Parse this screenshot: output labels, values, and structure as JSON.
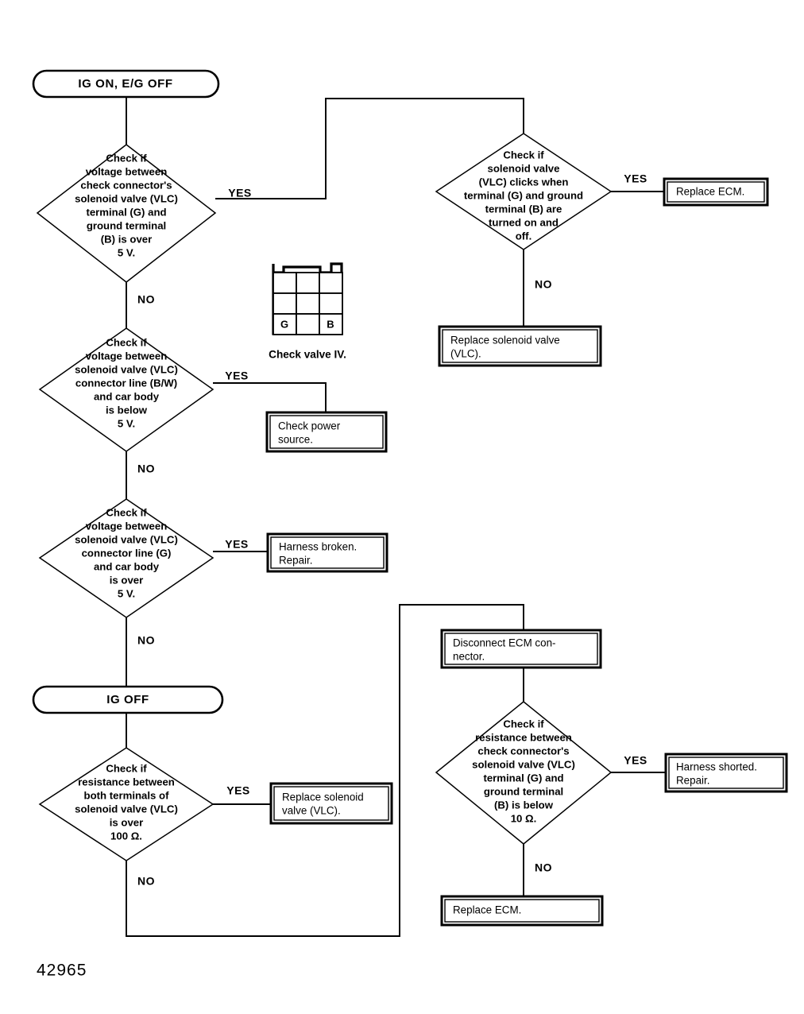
{
  "figure": {
    "number": "42965",
    "type": "troubleshooting-flowchart"
  },
  "nodes": {
    "start_ig_on": {
      "kind": "terminator",
      "label": "IG ON, E/G OFF"
    },
    "d1_voltage_check_connector": {
      "kind": "decision",
      "lines": [
        "Check if",
        "voltage between",
        "check connector's",
        "solenoid valve (VLC)",
        "terminal (G) and",
        "ground terminal",
        "(B) is over",
        "5 V."
      ],
      "yes_label": "YES",
      "no_label": "NO"
    },
    "d2_voltage_bw_line": {
      "kind": "decision",
      "lines": [
        "Check if",
        "voltage between",
        "solenoid valve (VLC)",
        "connector line (B/W)",
        "and car body",
        "is below",
        "5 V."
      ],
      "yes_label": "YES",
      "no_label": "NO"
    },
    "d3_voltage_g_line": {
      "kind": "decision",
      "lines": [
        "Check if",
        "voltage between",
        "solenoid valve (VLC)",
        "connector line (G)",
        "and car body",
        "is over",
        "5 V."
      ],
      "yes_label": "YES",
      "no_label": "NO"
    },
    "start_ig_off": {
      "kind": "terminator",
      "label": "IG OFF"
    },
    "d4_resistance_both_terminals": {
      "kind": "decision",
      "lines": [
        "Check if",
        "resistance between",
        "both terminals of",
        "solenoid valve (VLC)",
        "is over",
        "100 Ω."
      ],
      "yes_label": "YES",
      "no_label": "NO"
    },
    "d5_solenoid_clicks": {
      "kind": "decision",
      "lines": [
        "Check if",
        "solenoid valve",
        "(VLC) clicks when",
        "terminal (G) and ground",
        "terminal (B) are",
        "turned on and",
        "off."
      ],
      "yes_label": "YES",
      "no_label": "NO"
    },
    "d6_resistance_check_connector": {
      "kind": "decision",
      "lines": [
        "Check if",
        "resistance between",
        "check connector's",
        "solenoid valve (VLC)",
        "terminal (G) and",
        "ground terminal",
        "(B) is below",
        "10 Ω."
      ],
      "yes_label": "YES",
      "no_label": "NO"
    },
    "b_replace_ecm_top": {
      "kind": "process",
      "lines": [
        "Replace ECM."
      ]
    },
    "b_replace_solenoid_right": {
      "kind": "process",
      "lines": [
        "Replace solenoid valve",
        "(VLC)."
      ]
    },
    "b_check_power_source": {
      "kind": "process",
      "lines": [
        "Check power",
        "source."
      ]
    },
    "b_harness_broken": {
      "kind": "process",
      "lines": [
        "Harness broken.",
        "Repair."
      ]
    },
    "b_replace_solenoid_bottom": {
      "kind": "process",
      "lines": [
        "Replace solenoid",
        "valve (VLC)."
      ]
    },
    "b_disconnect_ecm": {
      "kind": "process",
      "lines": [
        "Disconnect ECM con-",
        "nector."
      ]
    },
    "b_harness_shorted": {
      "kind": "process",
      "lines": [
        "Harness shorted.",
        "Repair."
      ]
    },
    "b_replace_ecm_bottom": {
      "kind": "process",
      "lines": [
        "Replace ECM."
      ]
    }
  },
  "connector_diagram": {
    "caption": "Check valve IV.",
    "pin_g": "G",
    "pin_b": "B",
    "rows": 3,
    "cols": 3
  },
  "branch_labels": {
    "yes": "YES",
    "no": "NO"
  },
  "colors": {
    "ink": "#000000",
    "paper": "#ffffff"
  }
}
